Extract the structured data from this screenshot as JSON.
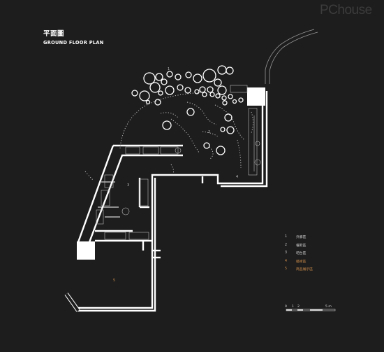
{
  "watermark": "PChouse",
  "title": {
    "zh": "平面圖",
    "en": "GROUND FLOOR PLAN"
  },
  "zones": [
    {
      "id": "1",
      "label": "1"
    },
    {
      "id": "2",
      "label": "2"
    },
    {
      "id": "3",
      "label": "3"
    },
    {
      "id": "4",
      "label": "4"
    },
    {
      "id": "5",
      "label": "5"
    }
  ],
  "legend": [
    {
      "num": "1",
      "text": "外廊區"
    },
    {
      "num": "2",
      "text": "餐飲區"
    },
    {
      "num": "3",
      "text": "吧台區"
    },
    {
      "num": "4",
      "text": "藝術區"
    },
    {
      "num": "5",
      "text": "商品展示區"
    }
  ],
  "scale_bar": {
    "labels": [
      "0",
      "1",
      "2",
      "5 m"
    ]
  },
  "colors": {
    "background": "#1d1d1d",
    "wall": "#ffffff",
    "zone5_accent": "#c98a4a"
  }
}
